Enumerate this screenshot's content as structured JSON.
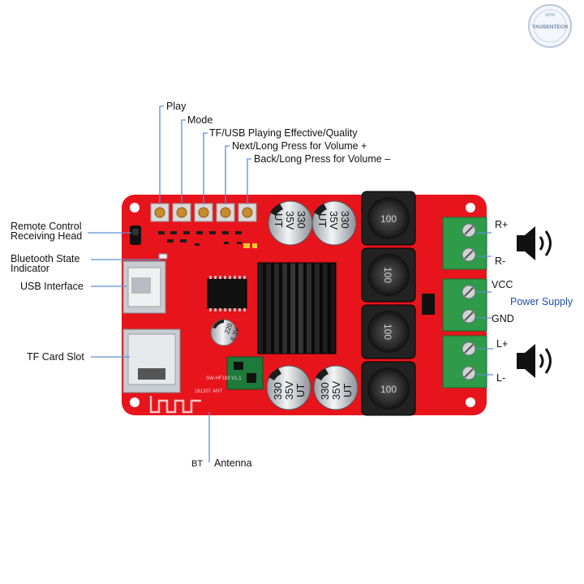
{
  "watermark": {
    "top_text": "100%",
    "main_text": "YAUSENTECH"
  },
  "callouts": {
    "play": "Play",
    "mode": "Mode",
    "tf_usb": "TF/USB Playing Effective/Quality",
    "next": "Next/Long Press for Volume +",
    "back": "Back/Long Press for Volume –",
    "remote_line1": "Remote Control",
    "remote_line2": "Receiving Head",
    "bt_state_line1": "Bluetooth State",
    "bt_state_line2": "Indicator",
    "usb": "USB Interface",
    "tf_card": "TF Card Slot",
    "bt": "BT",
    "antenna": "Antenna",
    "r_plus": "R+",
    "r_minus": "R-",
    "vcc": "VCC",
    "power_supply": "Power Supply",
    "gnd": "GND",
    "l_plus": "L+",
    "l_minus": "L-"
  },
  "board": {
    "capacitor_top_left": {
      "line1": "330",
      "line2": "35V",
      "line3": "UT"
    },
    "capacitor_top_right": {
      "line1": "330",
      "line2": "35V",
      "line3": "UT"
    },
    "capacitor_bottom_left": {
      "line1": "330",
      "line2": "35V",
      "line3": "UT"
    },
    "capacitor_bottom_right": {
      "line1": "330",
      "line2": "35V",
      "line3": "UT"
    },
    "small_cap": {
      "line1": "220",
      "line2": "6.3V"
    },
    "inductor_labels": [
      "100",
      "100",
      "100",
      "100"
    ],
    "board_version": "SW-HF183 V1.1",
    "board_date": "161207",
    "ant_label": "ANT"
  },
  "colors": {
    "board": "#e8141c",
    "callout_line": "#5a8fd0",
    "terminal_green": "#2f9a4a",
    "power_supply_text": "#1f4fb0"
  }
}
